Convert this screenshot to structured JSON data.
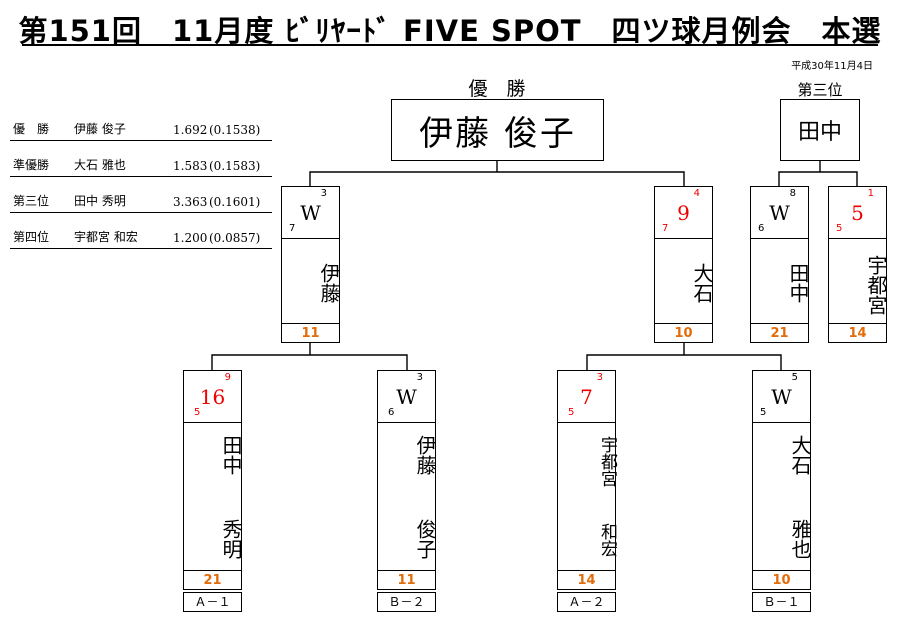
{
  "title": "第151回　11月度 ﾋﾞﾘﾔｰﾄﾞ FIVE SPOT　四ツ球月例会　本選",
  "date": "平成30年11月4日",
  "winner_label": "優　勝",
  "winner_name": "伊藤 俊子",
  "third_label": "第三位",
  "third_name": "田中",
  "standings": [
    {
      "rank": "優　勝",
      "name": "伊藤 俊子",
      "score": "1.692",
      "ratio": "(0.1538)"
    },
    {
      "rank": "準優勝",
      "name": "大石 雅也",
      "score": "1.583",
      "ratio": "(0.1583)"
    },
    {
      "rank": "第三位",
      "name": "田中 秀明",
      "score": "3.363",
      "ratio": "(0.1601)"
    },
    {
      "rank": "第四位",
      "name": "宇都宮 和宏",
      "score": "1.200",
      "ratio": "(0.0857)"
    }
  ],
  "semis": [
    {
      "result": "W",
      "sup": "3",
      "sub": "7",
      "name": "伊藤",
      "score": "11",
      "red": false
    },
    {
      "result": "9",
      "sup": "4",
      "sub": "7",
      "name": "大石",
      "score": "10",
      "red": true
    }
  ],
  "third_match": [
    {
      "result": "W",
      "sup": "8",
      "sub": "6",
      "name": "田中",
      "score": "21",
      "red": false
    },
    {
      "result": "5",
      "sup": "1",
      "sub": "5",
      "name": "宇都宮",
      "score": "14",
      "red": true
    }
  ],
  "first_round": [
    {
      "result": "16",
      "sup": "9",
      "sub": "5",
      "name1": "田中",
      "name2": "秀明",
      "score": "21",
      "seed": "Ａ－１",
      "red": true
    },
    {
      "result": "W",
      "sup": "3",
      "sub": "6",
      "name1": "伊藤",
      "name2": "俊子",
      "score": "11",
      "seed": "Ｂ－２",
      "red": false
    },
    {
      "result": "7",
      "sup": "3",
      "sub": "5",
      "name1": "宇都宮",
      "name2": "和宏",
      "score": "14",
      "seed": "Ａ－２",
      "red": true
    },
    {
      "result": "W",
      "sup": "5",
      "sub": "5",
      "name1": "大石",
      "name2": "雅也",
      "score": "10",
      "seed": "Ｂ－１",
      "red": false
    }
  ],
  "colors": {
    "loss_red": "#e00000",
    "score_orange": "#e36c09"
  }
}
